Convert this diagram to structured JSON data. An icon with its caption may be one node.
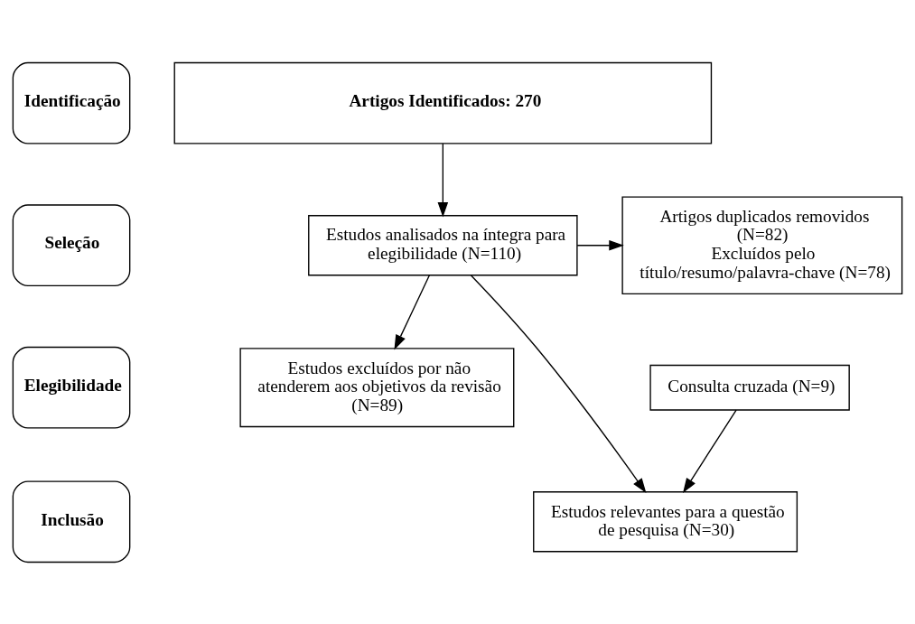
{
  "diagram": {
    "nodes": [
      {
        "text": [
          "Identificação"
        ]
      },
      {
        "text": [
          "Seleção"
        ]
      },
      {
        "text": [
          "Elegibilidade"
        ]
      },
      {
        "text": [
          "Inclusão"
        ]
      },
      {
        "text": [
          "Artigos Identificados: 270"
        ]
      },
      {
        "text": [
          "Estudos analisados na íntegra para elegibilidade (N=110)"
        ]
      },
      {
        "text": [
          "Artigos duplicados removidos (N=82)",
          "Excluídos pelo título/resumo/palavra-chave (N=78)"
        ]
      },
      {
        "text": [
          "Estudos excluídos por não atenderem aos objetivos da revisão (N=89)"
        ]
      },
      {
        "text": [
          "Consulta cruzada (N=9)"
        ]
      },
      {
        "text": [
          "Estudos relevantes para a questão de pesquisa (N=30)"
        ]
      }
    ],
    "edges": [
      {
        "from": 4,
        "to": 5,
        "arrow": "to"
      },
      {
        "from": 5,
        "to": 9,
        "arrow": "to"
      },
      {
        "from": 5,
        "to": 6,
        "arrow": "to"
      },
      {
        "from": 5,
        "to": 7,
        "arrow": "to"
      },
      {
        "from": 8,
        "to": 9,
        "arrow": "to"
      }
    ]
  }
}
